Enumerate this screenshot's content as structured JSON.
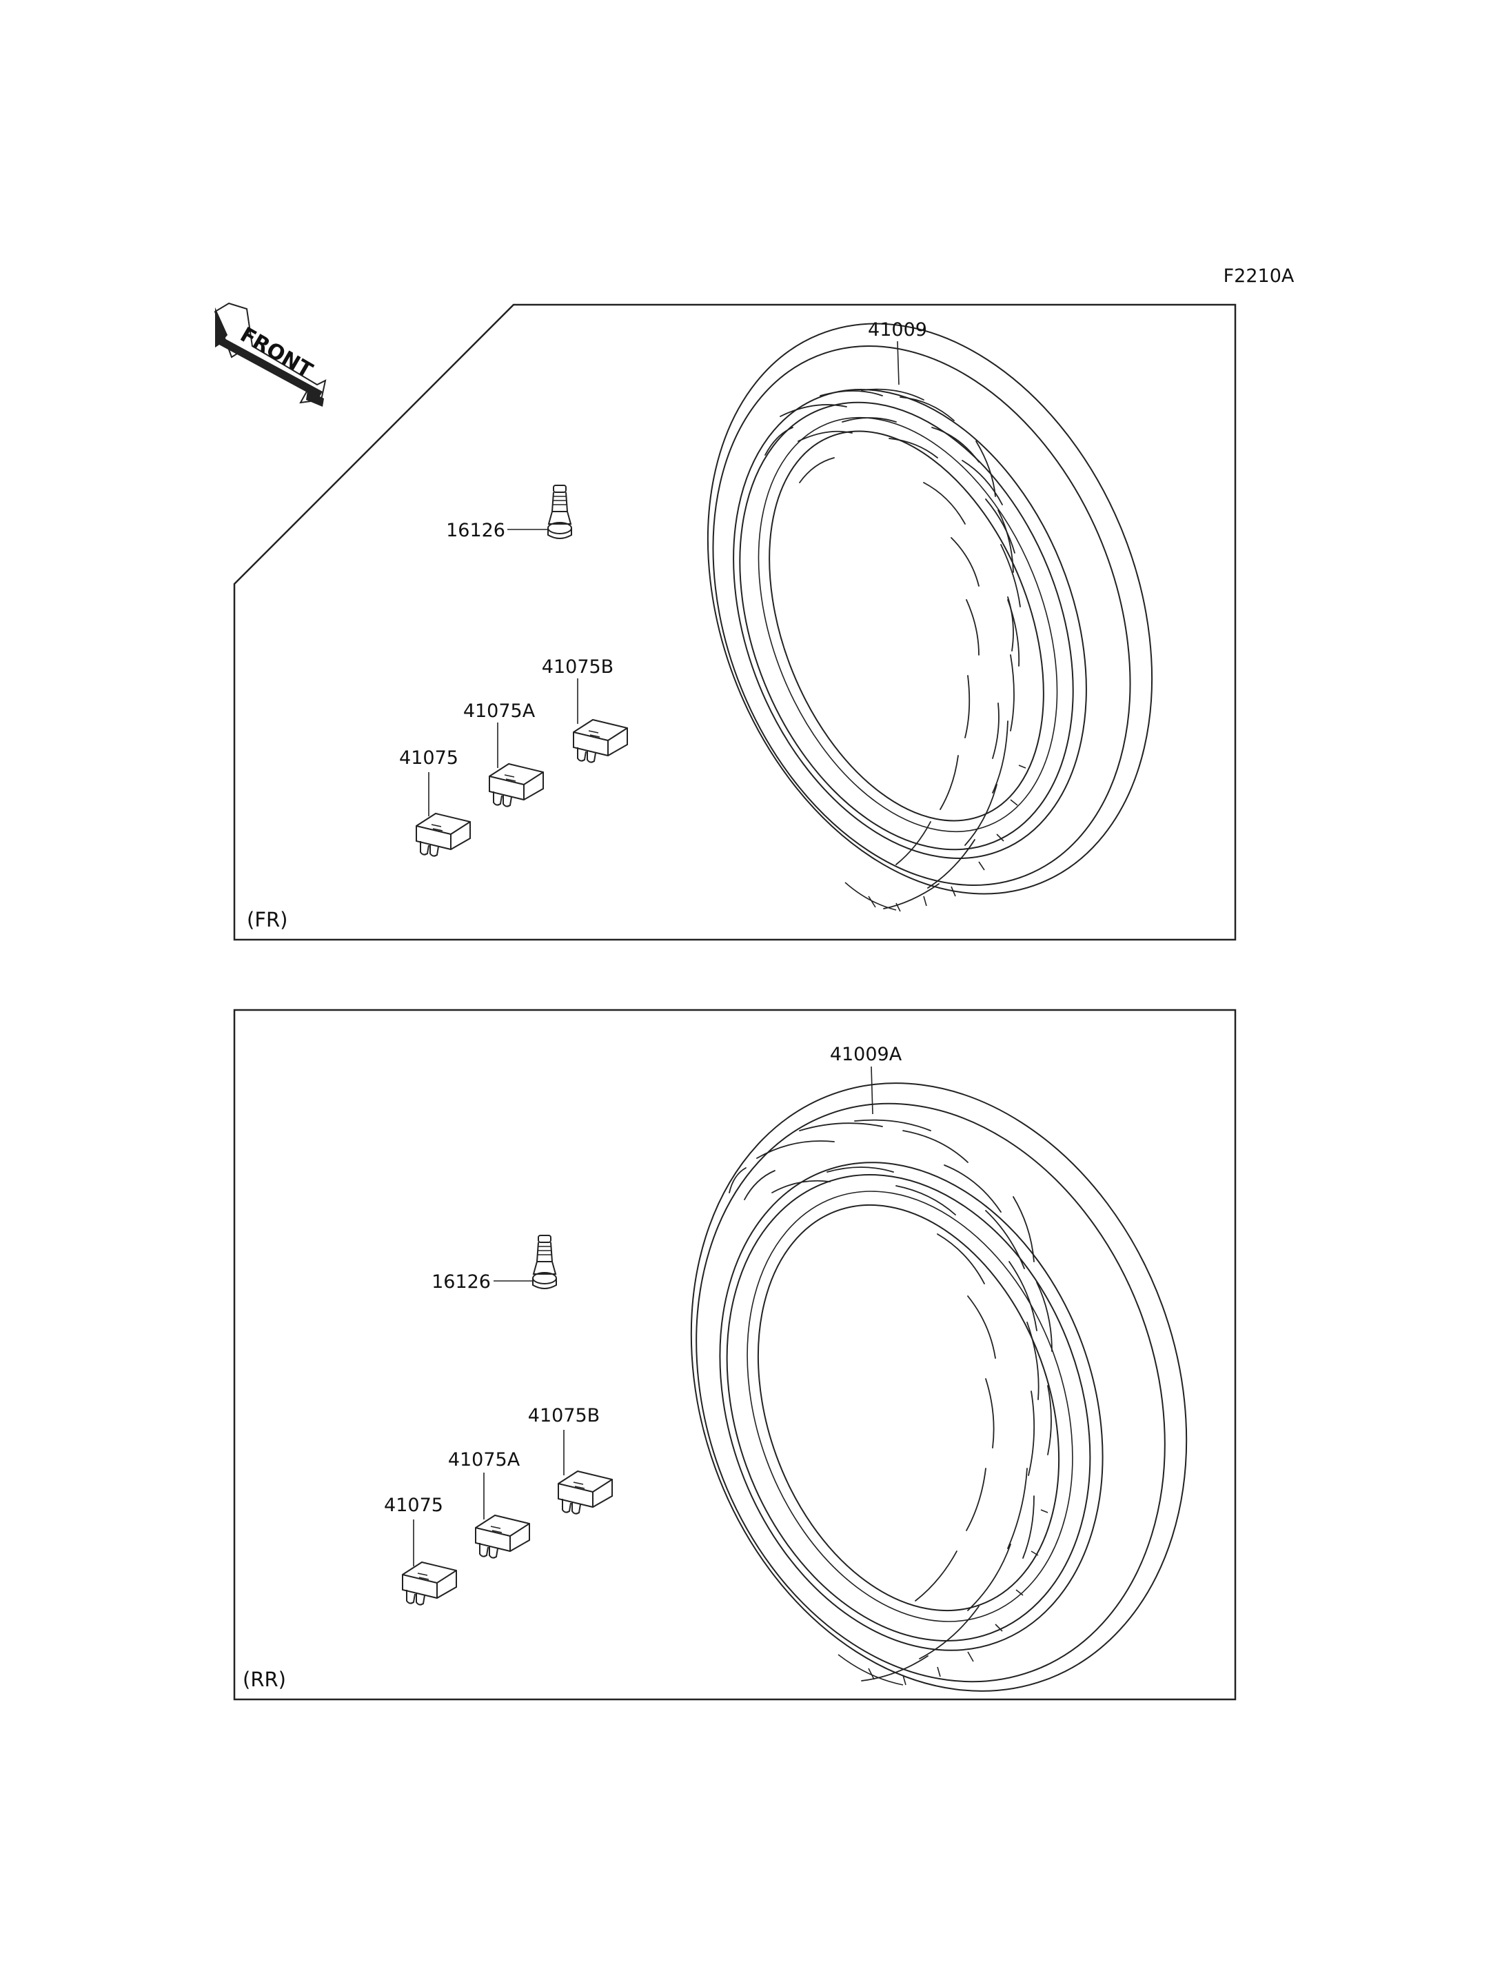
{
  "diagram": {
    "code": "F2210A",
    "front_arrow_text": "FRONT",
    "sections": [
      {
        "label": "(FR)",
        "parts": {
          "tire": "41009",
          "valve": "16126",
          "weight_b": "41075B",
          "weight_a": "41075A",
          "weight": "41075"
        }
      },
      {
        "label": "(RR)",
        "parts": {
          "tire": "41009A",
          "valve": "16126",
          "weight_b": "41075B",
          "weight_a": "41075A",
          "weight": "41075"
        }
      }
    ]
  }
}
